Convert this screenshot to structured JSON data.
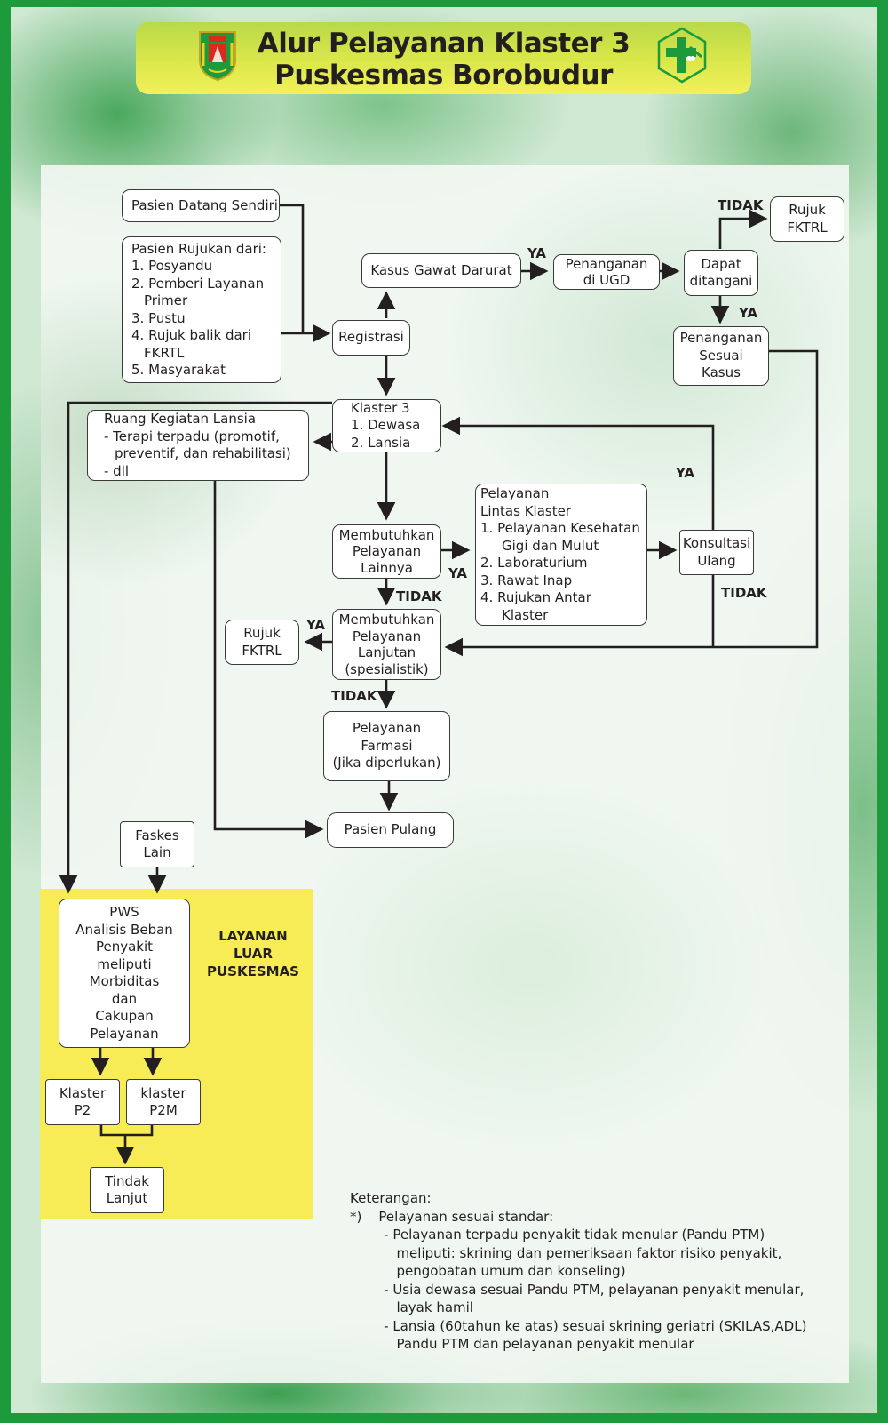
{
  "header": {
    "title_line1": "Alur Pelayanan Klaster 3",
    "title_line2": "Puskesmas Borobudur",
    "left_logo": "regency-coat-of-arms-icon",
    "right_logo": "puskesmas-cross-house-icon"
  },
  "colors": {
    "frame_green": "#1d9a3c",
    "banner_yellow": "#e6ea50",
    "layanan_yellow": "#f7ec56",
    "box_border": "#3a3a3a",
    "line": "#231f20"
  },
  "nodes": {
    "pasien_datang": "Pasien Datang Sendiri",
    "pasien_rujukan": {
      "heading": "Pasien Rujukan dari:",
      "items": [
        "1. Posyandu",
        "2. Pemberi Layanan",
        "Primer",
        "3. Pustu",
        "4. Rujuk balik dari",
        "FKRTL",
        "5. Masyarakat"
      ]
    },
    "registrasi": "Registrasi",
    "kasus_gawat": "Kasus Gawat Darurat",
    "penanganan_ugd": [
      "Penanganan",
      "di UGD"
    ],
    "dapat_ditangani": [
      "Dapat",
      "ditangani"
    ],
    "rujuk_fktrl_top": [
      "Rujuk",
      "FKTRL"
    ],
    "penanganan_sesuai": [
      "Penanganan",
      "Sesuai",
      "Kasus"
    ],
    "klaster3": [
      "Klaster 3",
      "1. Dewasa",
      "2. Lansia"
    ],
    "ruang_lansia": [
      "Ruang Kegiatan Lansia",
      "- Terapi terpadu (promotif,",
      "preventif, dan rehabilitasi)",
      "- dll"
    ],
    "membutuhkan_lainnya": [
      "Membutuhkan",
      "Pelayanan",
      "Lainnya"
    ],
    "lintas_klaster": [
      "Pelayanan",
      "Lintas Klaster",
      "1. Pelayanan Kesehatan",
      "Gigi dan Mulut",
      "2. Laboraturium",
      "3. Rawat Inap",
      "4. Rujukan Antar",
      "Klaster"
    ],
    "konsultasi_ulang": [
      "Konsultasi",
      "Ulang"
    ],
    "membutuhkan_lanjutan": [
      "Membutuhkan",
      "Pelayanan",
      "Lanjutan",
      "(spesialistik)"
    ],
    "rujuk_fktrl_mid": [
      "Rujuk",
      "FKTRL"
    ],
    "farmasi": [
      "Pelayanan",
      "Farmasi",
      "(Jika diperlukan)"
    ],
    "pasien_pulang": "Pasien Pulang",
    "faskes_lain": [
      "Faskes",
      "Lain"
    ],
    "pws": [
      "PWS",
      "Analisis Beban",
      "Penyakit",
      "meliputi",
      "Morbiditas",
      "dan",
      "Cakupan",
      "Pelayanan"
    ],
    "klaster_p2": [
      "Klaster",
      "P2"
    ],
    "klaster_p2m": [
      "klaster",
      "P2M"
    ],
    "tindak_lanjut": [
      "Tindak",
      "Lanjut"
    ]
  },
  "edge_labels": {
    "ya_gawat": "YA",
    "tidak_dapat": "TIDAK",
    "ya_dapat": "YA",
    "ya_konsultasi": "YA",
    "tidak_konsultasi": "TIDAK",
    "ya_lainnya": "YA",
    "tidak_lainnya": "TIDAK",
    "ya_lanjutan": "YA",
    "tidak_lanjutan": "TIDAK"
  },
  "layanan_luar": [
    "LAYANAN",
    "LUAR",
    "PUSKESMAS"
  ],
  "legend": {
    "title": "Keterangan:",
    "lines": [
      "*)    Pelayanan sesuai standar:",
      "        - Pelayanan terpadu penyakit tidak menular (Pandu PTM)",
      "           meliputi: skrining dan pemeriksaan faktor risiko penyakit,",
      "           pengobatan umum dan konseling)",
      "        - Usia dewasa sesuai Pandu PTM, pelayanan penyakit menular,",
      "           layak hamil",
      "        - Lansia (60tahun ke atas) sesuai skrining geriatri (SKILAS,ADL)",
      "           Pandu PTM dan pelayanan penyakit menular"
    ]
  }
}
